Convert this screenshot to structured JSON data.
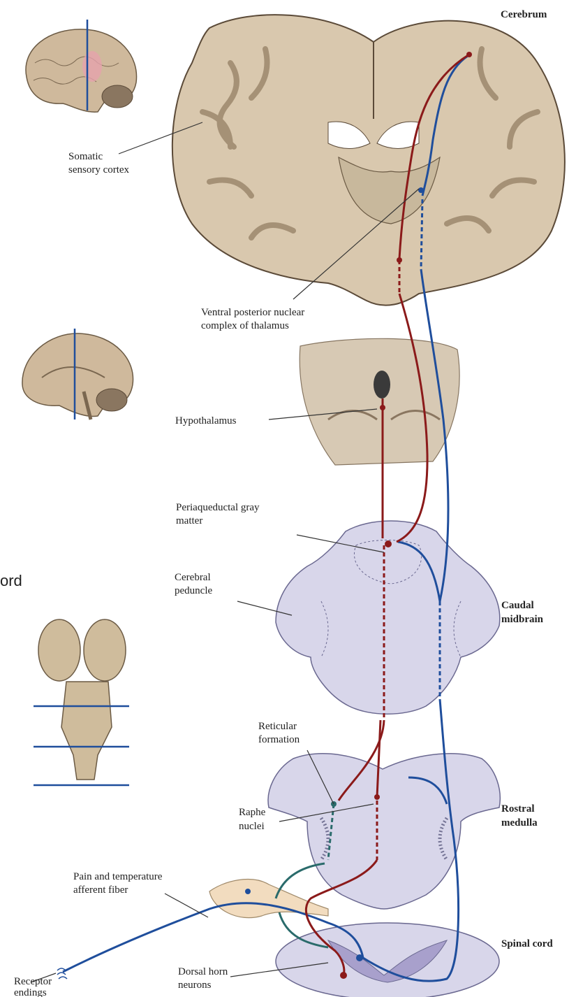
{
  "region_labels": {
    "cerebrum": "Cerebrum",
    "caudal_midbrain_1": "Caudal",
    "caudal_midbrain_2": "midbrain",
    "rostral_medulla_1": "Rostral",
    "rostral_medulla_2": "medulla",
    "spinal_cord": "Spinal cord"
  },
  "structure_labels": {
    "somatic_1": "Somatic",
    "somatic_2": "sensory cortex",
    "ventral_1": "Ventral posterior nuclear",
    "ventral_2": "complex of thalamus",
    "hypothalamus": "Hypothalamus",
    "periaqueductal_1": "Periaqueductal gray",
    "periaqueductal_2": "matter",
    "cerebral_peduncle_1": "Cerebral",
    "cerebral_peduncle_2": "peduncle",
    "reticular_1": "Reticular",
    "reticular_2": "formation",
    "raphe_1": "Raphe",
    "raphe_2": "nuclei",
    "pain_fiber_1": "Pain and temperature",
    "pain_fiber_2": "afferent fiber",
    "dorsal_horn_1": "Dorsal horn",
    "dorsal_horn_2": "neurons",
    "receptor_1": "Receptor",
    "receptor_2": "endings"
  },
  "clipped_text": "ord",
  "colors": {
    "ascending_pathway": "#1f4e9c",
    "descending_pathway": "#8b1a1a",
    "collateral_pathway": "#2a6b6b",
    "brain_tissue": "#d9c8ae",
    "brainstem_tissue": "#d8d6ea"
  }
}
